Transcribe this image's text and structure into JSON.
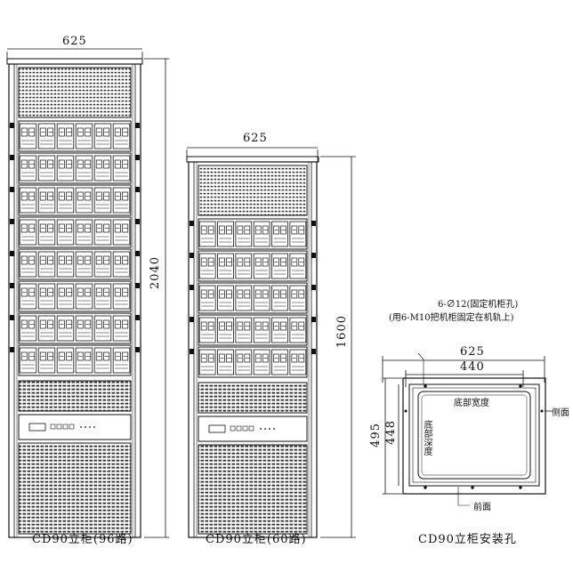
{
  "dimensions": {
    "cab96_width": "625",
    "cab96_height": "2040",
    "cab60_width": "625",
    "cab60_height": "1600",
    "base_outer_width": "625",
    "base_inner_width": "440",
    "base_outer_depth": "495",
    "base_inner_depth": "448"
  },
  "notes": {
    "hole_spec": "6-∅12(固定机柜孔)",
    "hole_use": "(用6-M10把机柜固定在机轨上)",
    "bottom_width": "底部宽度",
    "bottom_depth": "底部深度",
    "side": "侧面",
    "front": "前面"
  },
  "captions": {
    "cab96": "CD90立柜(96路)",
    "cab60": "CD90立柜(60路)",
    "base": "CD90立柜安装孔"
  },
  "cabinets": {
    "cab96_module_rows": 8,
    "cab60_module_rows": 5,
    "modules_per_row": 6
  }
}
